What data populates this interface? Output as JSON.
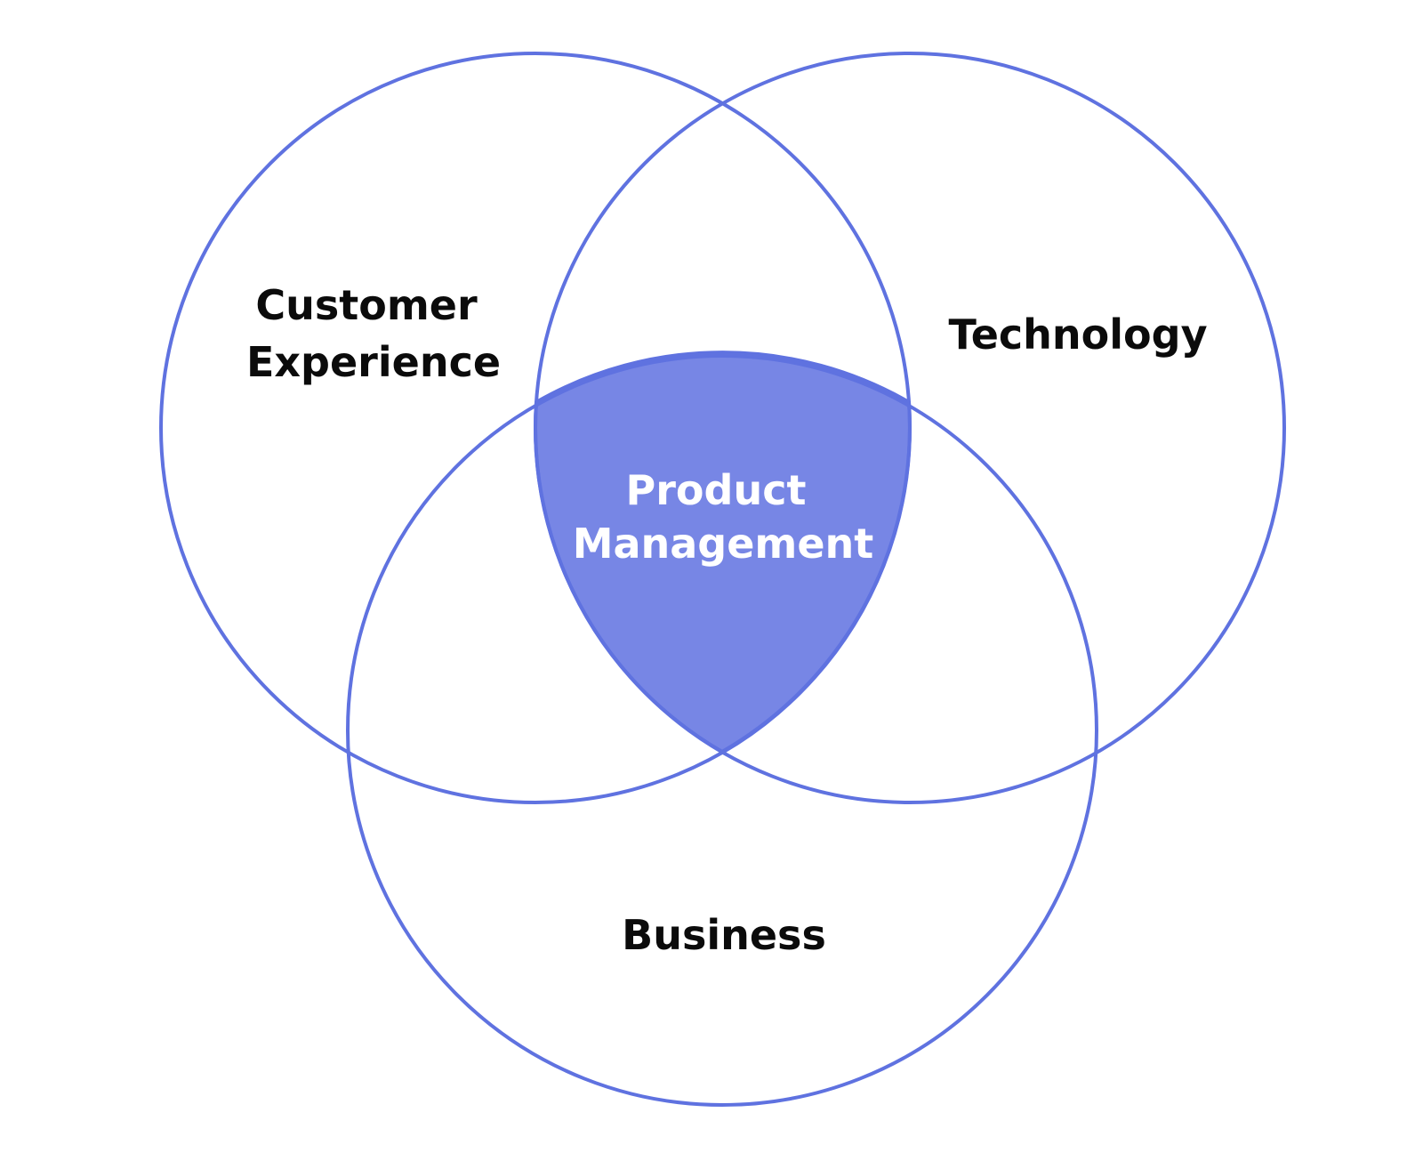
{
  "colors": {
    "stroke": "#5f72e0",
    "center_fill": "#7786e5",
    "label_text": "#0b0b0b",
    "center_text": "#ffffff",
    "background": "#ffffff"
  },
  "diagram": {
    "sets": [
      {
        "label_lines": [
          "Customer",
          "Experience"
        ]
      },
      {
        "label_lines": [
          "Technology"
        ]
      },
      {
        "label_lines": [
          "Business"
        ]
      }
    ],
    "intersection": {
      "label_lines": [
        "Product",
        "Management"
      ]
    }
  }
}
